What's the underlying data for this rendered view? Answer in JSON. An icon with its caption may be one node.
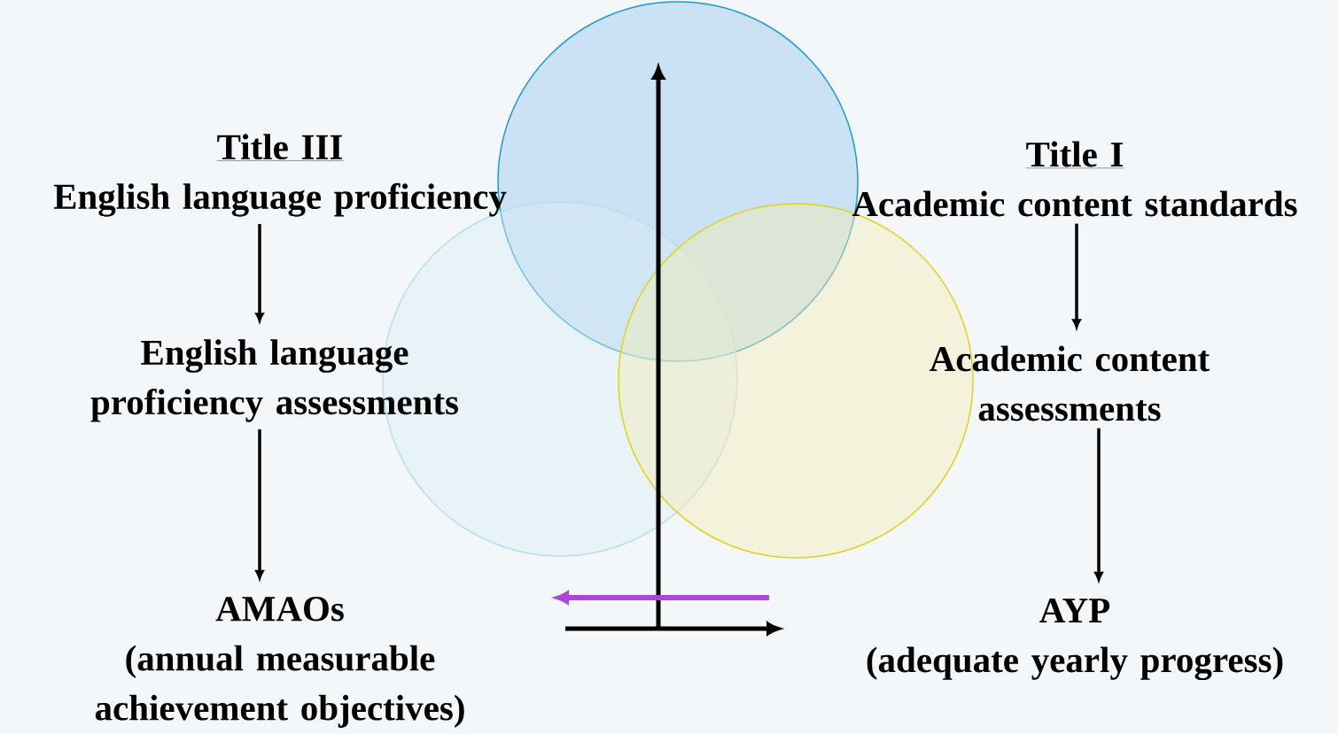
{
  "diagram": {
    "nodes": [
      {
        "text": [
          "Title III",
          "English language proficiency"
        ]
      },
      {
        "text": [
          "English language proficiency assessments"
        ]
      },
      {
        "text": [
          "AMAOs",
          "(annual measurable achievement objectives)"
        ]
      },
      {
        "text": [
          "Title I",
          "Academic content standards"
        ]
      },
      {
        "text": [
          "Academic content assessments"
        ]
      },
      {
        "text": [
          "AYP",
          "(adequate yearly progress)"
        ]
      }
    ],
    "edges": [
      {
        "from": 0,
        "to": 1,
        "arrow": "to"
      },
      {
        "from": 1,
        "to": 2,
        "arrow": "to"
      },
      {
        "from": 3,
        "to": 4,
        "arrow": "to"
      },
      {
        "from": 4,
        "to": 5,
        "arrow": "to"
      }
    ]
  }
}
